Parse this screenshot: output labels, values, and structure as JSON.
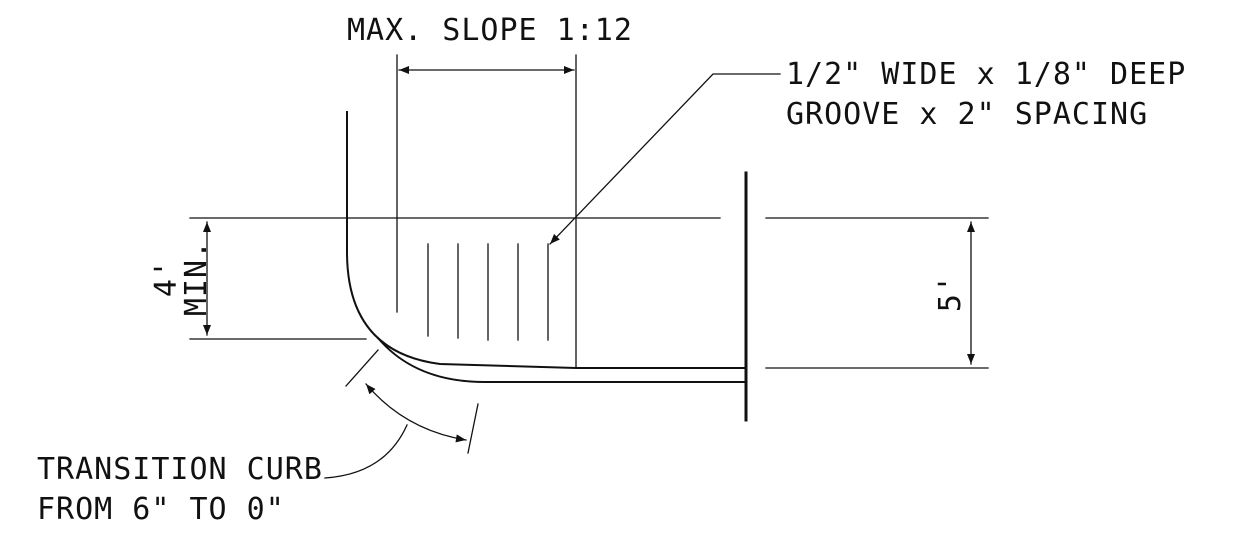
{
  "labels": {
    "max_slope": "MAX. SLOPE 1:12",
    "groove_line1": "1/2\" WIDE x 1/8\" DEEP",
    "groove_line2": "GROOVE x 2\" SPACING",
    "dim_4_value": "4'",
    "dim_4_note": "MIN.",
    "dim_5_value": "5'",
    "curb_line1": "TRANSITION CURB",
    "curb_line2": "FROM 6\" TO 0\""
  },
  "colors": {
    "ink": "#111111",
    "background": "#ffffff"
  }
}
